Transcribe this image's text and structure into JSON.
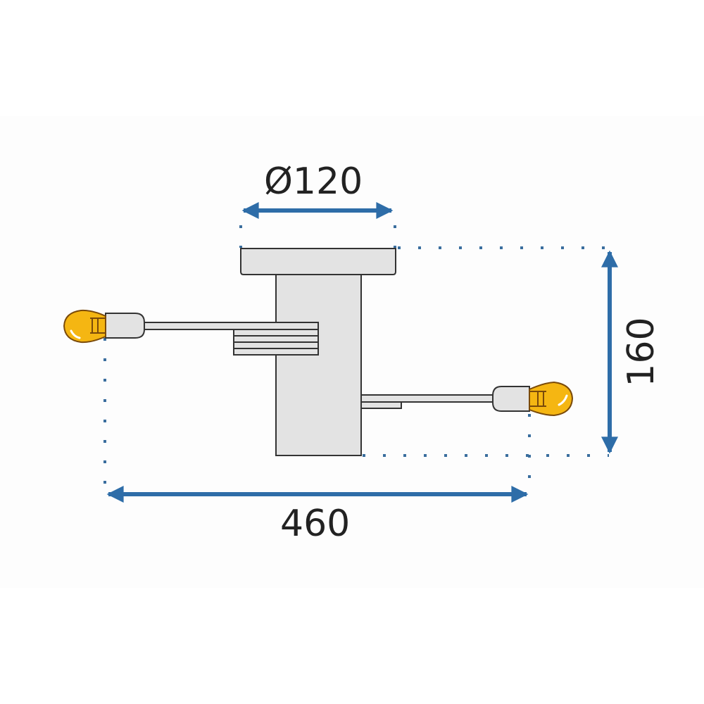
{
  "diagram": {
    "type": "dimension-drawing",
    "subject": "two-arm ceiling lamp with bulbs",
    "dimensions": {
      "diameter": {
        "label": "Ø120",
        "orientation": "horizontal",
        "position": "top"
      },
      "height": {
        "label": "160",
        "orientation": "vertical",
        "position": "right"
      },
      "width": {
        "label": "460",
        "orientation": "horizontal",
        "position": "bottom"
      }
    },
    "parts": [
      "ceiling-canopy",
      "central-column",
      "left-arm",
      "right-arm",
      "left-socket",
      "right-socket",
      "left-bulb",
      "right-bulb"
    ],
    "colors": {
      "arrow": "#2e6da8",
      "dotted_guide": "#3a6e9e",
      "fixture_fill": "#e3e3e3",
      "fixture_stroke": "#333333",
      "bulb_fill": "#f5b612",
      "bulb_stroke": "#7a4a0a",
      "text": "#222222"
    }
  }
}
